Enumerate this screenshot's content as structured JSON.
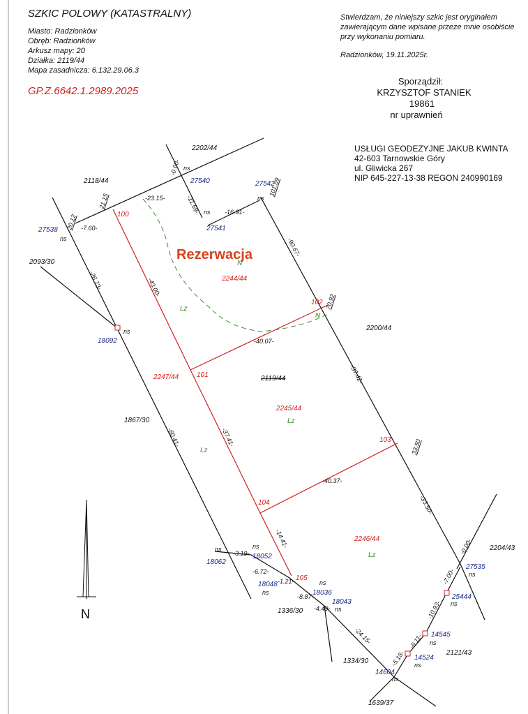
{
  "header": {
    "title": "SZKIC POLOWY (KATASTRALNY)",
    "info_lines": [
      "Miasto: Radzionków",
      "Obręb: Radzionków",
      "Arkusz mapy: 20",
      "Działka: 2119/44",
      "Mapa zasadnicza: 6.132.29.06.3"
    ],
    "doc_number": "GP.Z.6642.1.2989.2025"
  },
  "certification": {
    "lines": [
      "Stwierdzam, że niniejszy szkic jest oryginałem",
      "zawierającym dane wpisane przeze mnie osobiście",
      "przy wykonaniu pomiaru."
    ],
    "place_date": "Radzionków, 19.11.2025r."
  },
  "author": {
    "label": "Sporządził:",
    "name": "KRZYSZTOF STANIEK",
    "license_number": "19861",
    "license_label": "nr uprawnień"
  },
  "company": {
    "lines": [
      "USŁUGI GEODEZYJNE JAKUB KWINTA",
      "42-603 Tarnowskie Góry",
      "ul. Gliwicka 267",
      "NIP 645-227-13-38 REGON 240990169"
    ]
  },
  "map": {
    "reservation_label": "Rezerwacja",
    "north_label": "N",
    "parcel_labels": [
      "2202/44",
      "2118/44",
      "2093/30",
      "1867/30",
      "2200/44",
      "2204/43",
      "2121/43",
      "1334/30",
      "1639/37",
      "1336/30",
      "2119/44"
    ],
    "new_parcel_labels": [
      "2244/44",
      "2247/44",
      "2245/44",
      "2246/44"
    ],
    "point_labels_red": [
      "100",
      "101",
      "102",
      "103",
      "104",
      "105"
    ],
    "point_labels_blue": [
      "27538",
      "27540",
      "27541",
      "27542",
      "18092",
      "18062",
      "18052",
      "18048",
      "18036",
      "18043",
      "27535",
      "25444",
      "14545",
      "14524",
      "14604"
    ],
    "ns_label": "ns",
    "land_use": [
      "Lz",
      "N"
    ],
    "measurements": [
      "23.15",
      "7.60",
      "11.69",
      "16.91",
      "101.59",
      "90.67",
      "43.00",
      "26.73",
      "40.07",
      "70.92",
      "37.42",
      "37.41",
      "60.41",
      "33.50",
      "40.37",
      "33.50",
      "14.41",
      "3.19",
      "6.72",
      "1.21",
      "8.87",
      "4.49",
      "24.15",
      "5.18",
      "6.11",
      "10.93",
      "7.00",
      "0.00",
      "20.12",
      "21.15",
      "0.00"
    ]
  }
}
